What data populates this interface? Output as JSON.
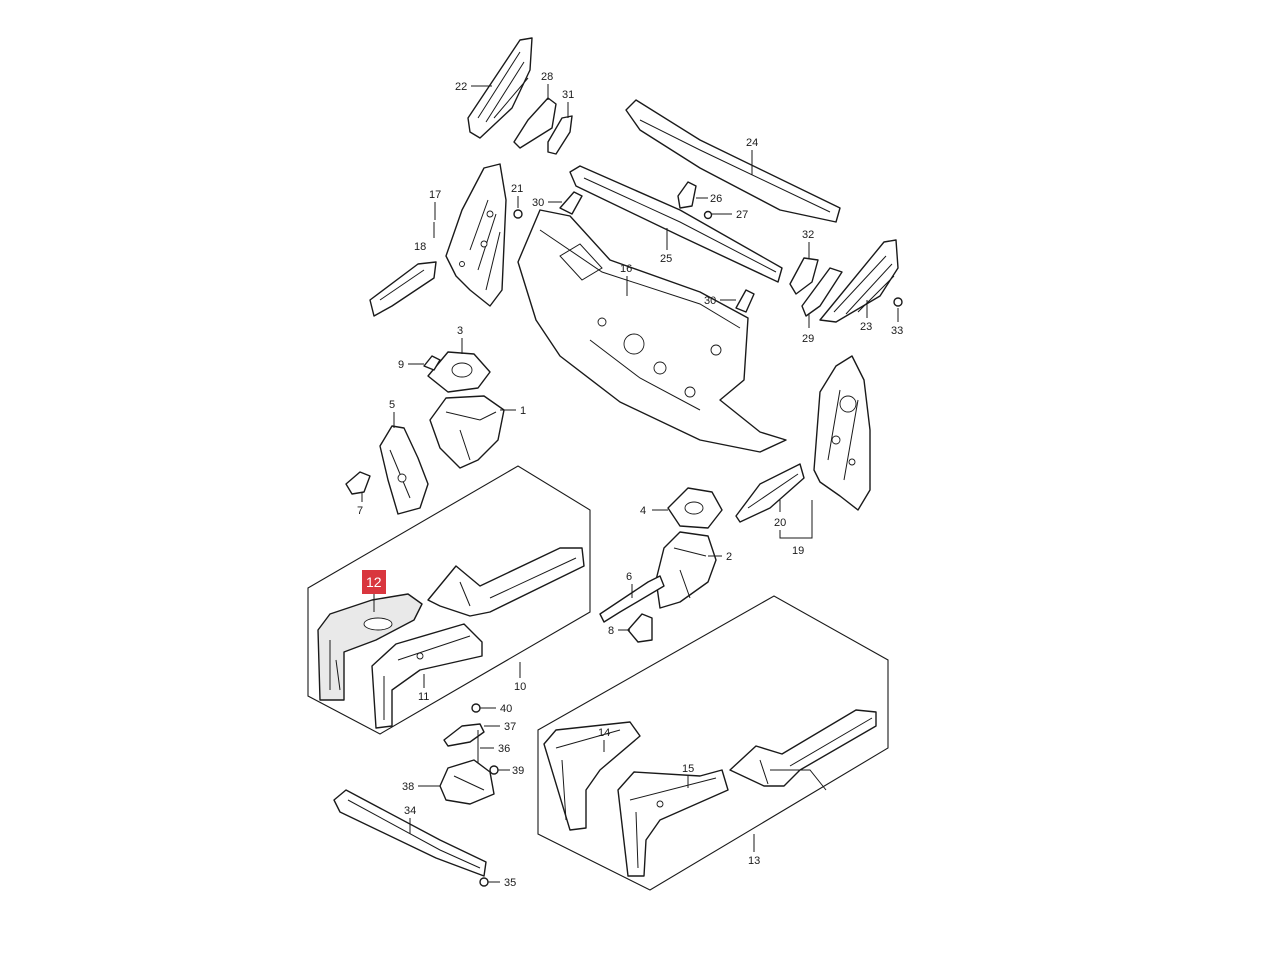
{
  "diagram": {
    "highlight": {
      "label": "12",
      "color": "#d9363e"
    },
    "callouts": {
      "c1": "1",
      "c2": "2",
      "c3": "3",
      "c4": "4",
      "c5": "5",
      "c6": "6",
      "c7": "7",
      "c8": "8",
      "c9": "9",
      "c10": "10",
      "c11": "11",
      "c13": "13",
      "c14": "14",
      "c15": "15",
      "c16": "16",
      "c17": "17",
      "c18": "18",
      "c19": "19",
      "c20": "20",
      "c21": "21",
      "c22": "22",
      "c23": "23",
      "c24": "24",
      "c25": "25",
      "c26": "26",
      "c27": "27",
      "c28": "28",
      "c29": "29",
      "c30a": "30",
      "c30b": "30",
      "c31": "31",
      "c32": "32",
      "c33": "33",
      "c34": "34",
      "c35": "35",
      "c36": "36",
      "c37": "37",
      "c38": "38",
      "c39": "39",
      "c40": "40"
    }
  }
}
